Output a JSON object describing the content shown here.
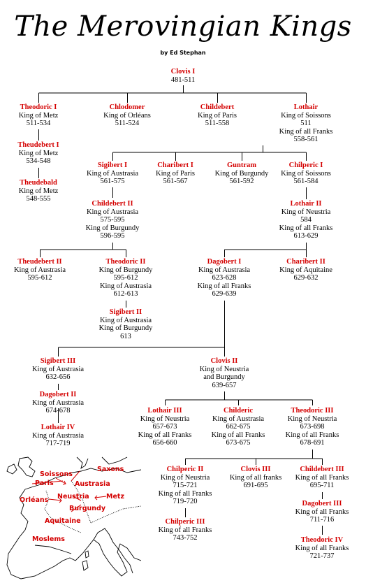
{
  "header": {
    "title": "The Merovingian Kings",
    "byline": "by Ed Stephan"
  },
  "people": [
    {
      "id": "clovis1",
      "name": "Clovis I",
      "lines": [
        "481-511"
      ]
    },
    {
      "id": "theodoric1",
      "name": "Theodoric I",
      "lines": [
        "King of Metz",
        "511-534"
      ]
    },
    {
      "id": "chlodomer",
      "name": "Chlodomer",
      "lines": [
        "King of Orléans",
        "511-524"
      ]
    },
    {
      "id": "childebert",
      "name": "Childebert",
      "lines": [
        "King of Paris",
        "511-558"
      ]
    },
    {
      "id": "lothair",
      "name": "Lothair",
      "lines": [
        "King of Soissons",
        "511",
        "King of all Franks",
        "558-561"
      ]
    },
    {
      "id": "theudebert1",
      "name": "Theudebert I",
      "lines": [
        "King of Metz",
        "534-548"
      ]
    },
    {
      "id": "theudebald",
      "name": "Theudebald",
      "lines": [
        "King of Metz",
        "548-555"
      ]
    },
    {
      "id": "sigibert1",
      "name": "Sigibert I",
      "lines": [
        "King of Austrasia",
        "561-575"
      ]
    },
    {
      "id": "charibert1",
      "name": "Charibert I",
      "lines": [
        "King of Paris",
        "561-567"
      ]
    },
    {
      "id": "guntram",
      "name": "Guntram",
      "lines": [
        "King of Burgundy",
        "561-592"
      ]
    },
    {
      "id": "chilperic1",
      "name": "Chilperic I",
      "lines": [
        "King of Soissons",
        "561-584"
      ]
    },
    {
      "id": "childebert2",
      "name": "Childebert II",
      "lines": [
        "King of Austrasia",
        "575-595",
        "King of Burgundy",
        "596-595"
      ]
    },
    {
      "id": "lothair2",
      "name": "Lothair II",
      "lines": [
        "King of Neustria",
        "584",
        "King of all Franks",
        "613-629"
      ]
    },
    {
      "id": "theudebert2",
      "name": "Theudebert II",
      "lines": [
        "King of Austrasia",
        "595-612"
      ]
    },
    {
      "id": "theodoric2",
      "name": "Theodoric II",
      "lines": [
        "King of Burgundy",
        "595-612",
        "King of Austrasia",
        "612-613"
      ]
    },
    {
      "id": "dagobert1",
      "name": "Dagobert I",
      "lines": [
        "King of Austrasia",
        "623-628",
        "King of all Franks",
        "629-639"
      ]
    },
    {
      "id": "charibert2",
      "name": "Charibert II",
      "lines": [
        "King of Aquitaine",
        "629-632"
      ]
    },
    {
      "id": "sigibert2",
      "name": "Sigibert II",
      "lines": [
        "King of Austrasia",
        "King of Burgundy",
        "613"
      ]
    },
    {
      "id": "sigibert3",
      "name": "Sigibert III",
      "lines": [
        "King of Austrasia",
        "632-656"
      ]
    },
    {
      "id": "clovis2",
      "name": "Clovis II",
      "lines": [
        "King of Neustria",
        "and Burgundy",
        "639-657"
      ]
    },
    {
      "id": "dagobert2",
      "name": "Dagobert II",
      "lines": [
        "King of Austrasia",
        "674-678"
      ]
    },
    {
      "id": "lothair4",
      "name": "Lothair IV",
      "lines": [
        "King of Austrasia",
        "717-719"
      ]
    },
    {
      "id": "lothair3",
      "name": "Lothair III",
      "lines": [
        "King of Neustria",
        "657-673",
        "King of all Franks",
        "656-660"
      ]
    },
    {
      "id": "childeric",
      "name": "Childeric",
      "lines": [
        "King of Austrasia",
        "662-675",
        "King of all Franks",
        "673-675"
      ]
    },
    {
      "id": "theodoric3",
      "name": "Theodoric III",
      "lines": [
        "King of Neustria",
        "673-698",
        "King of all Franks",
        "678-691"
      ]
    },
    {
      "id": "chilperic2",
      "name": "Chilperic II",
      "lines": [
        "King of Neustria",
        "715-721",
        "King of all Franks",
        "719-720"
      ]
    },
    {
      "id": "clovis3",
      "name": "Clovis III",
      "lines": [
        "King of all franks",
        "691-695"
      ]
    },
    {
      "id": "childebert3",
      "name": "Childebert III",
      "lines": [
        "King of all Franks",
        "695-711"
      ]
    },
    {
      "id": "chilperic3",
      "name": "Chilperic III",
      "lines": [
        "King of all Franks",
        "743-752"
      ]
    },
    {
      "id": "dagobert3",
      "name": "Dagobert III",
      "lines": [
        "King of all Franks",
        "711-716"
      ]
    },
    {
      "id": "theodoric4",
      "name": "Theodoric IV",
      "lines": [
        "King of all Franks",
        "721-737"
      ]
    }
  ],
  "map": {
    "regions": [
      {
        "id": "soissons",
        "label": "Soissons"
      },
      {
        "id": "saxons",
        "label": "Saxons"
      },
      {
        "id": "paris",
        "label": "Paris"
      },
      {
        "id": "austrasia",
        "label": "Austrasia"
      },
      {
        "id": "neustria",
        "label": "Neustria"
      },
      {
        "id": "orleans",
        "label": "Orléans"
      },
      {
        "id": "metz",
        "label": "Metz"
      },
      {
        "id": "burgundy",
        "label": "Burgundy"
      },
      {
        "id": "aquitaine",
        "label": "Aquitaine"
      },
      {
        "id": "moslems",
        "label": "Moslems"
      }
    ]
  },
  "colors": {
    "name": "#d40000",
    "text": "#000000",
    "line": "#000000",
    "background": "#ffffff"
  }
}
